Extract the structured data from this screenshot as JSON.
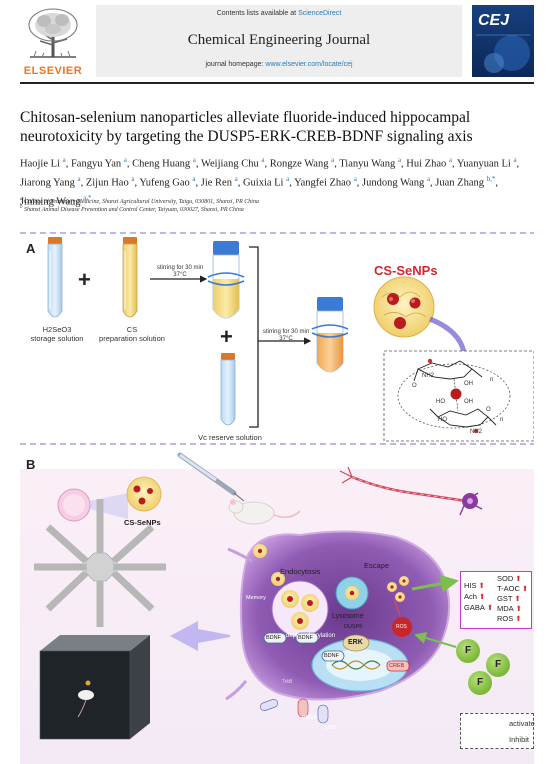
{
  "journal_header": {
    "contents_prefix": "Contents lists available at",
    "contents_link": "ScienceDirect",
    "journal_title": "Chemical Engineering Journal",
    "homepage_prefix": "journal homepage:",
    "homepage_link": "www.elsevier.com/locate/cej",
    "publisher": "ELSEVIER",
    "cover_abbrev": "CEJ"
  },
  "article": {
    "title": "Chitosan-selenium nanoparticles alleviate fluoride-induced hippocampal neurotoxicity by targeting the DUSP5-ERK-CREB-BDNF signaling axis",
    "authors": [
      {
        "name": "Haojie Li",
        "aff": "a"
      },
      {
        "name": "Fangyu Yan",
        "aff": "a"
      },
      {
        "name": "Cheng Huang",
        "aff": "a"
      },
      {
        "name": "Weijiang Chu",
        "aff": "a"
      },
      {
        "name": "Rongze Wang",
        "aff": "a"
      },
      {
        "name": "Tianyu Wang",
        "aff": "a"
      },
      {
        "name": "Hui Zhao",
        "aff": "a"
      },
      {
        "name": "Yuanyuan Li",
        "aff": "a"
      },
      {
        "name": "Jiarong Yang",
        "aff": "a"
      },
      {
        "name": "Zijun Hao",
        "aff": "a"
      },
      {
        "name": "Yufeng Gao",
        "aff": "a"
      },
      {
        "name": "Jie Ren",
        "aff": "a"
      },
      {
        "name": "Guixia Li",
        "aff": "a"
      },
      {
        "name": "Yangfei Zhao",
        "aff": "a"
      },
      {
        "name": "Jundong Wang",
        "aff": "a"
      },
      {
        "name": "Juan Zhang",
        "aff": "b,*"
      },
      {
        "name": "Jinming Wang",
        "aff": "a,*"
      }
    ],
    "affiliations": [
      {
        "key": "a",
        "text": "College of Veterinary Medicine, Shanxi Agricultural University, Taigu, 030801, Shanxi, PR China"
      },
      {
        "key": "b",
        "text": "Shanxi Animal Disease Prevention and Control Center, Taiyuan, 030027, Shanxi, PR China"
      }
    ]
  },
  "figure": {
    "panel_a": {
      "label": "A",
      "h2seo3_label_line1": "H2SeO3",
      "h2seo3_label_line2": "storage solution",
      "cs_label_line1": "CS",
      "cs_label_line2": "preparation solution",
      "stir1_line1": "stirring for 30 min",
      "stir1_line2": "37°C",
      "stir2_line1": "stirring for 30 min",
      "stir2_line2": "37°C",
      "vc_label": "Vc reserve solution",
      "product_title": "CS-SeNPs",
      "chem_labels": [
        "NH2",
        "O",
        "OH",
        "HO",
        "n",
        "O",
        "HO",
        "OH",
        "NH2",
        "n"
      ]
    },
    "panel_b": {
      "label": "B",
      "np_label": "CS-SeNPs",
      "endocytosis": "Endocytosis",
      "escape": "Escape",
      "lysosome": "Lysosome",
      "dusp5": "DUSP5",
      "dephosphorylation": "dephosphorylation",
      "erk": "ERK",
      "ros_small": "ROS",
      "bdnf": [
        "BDNF",
        "BDNF",
        "BDNF"
      ],
      "creb": "CREB",
      "trkb": "TrkB",
      "psd95": "PSD95",
      "syn1": "SYN1",
      "memory_label": "Memory",
      "markers_left": [
        "HIS",
        "Ach",
        "GABA"
      ],
      "markers_right": [
        "SOD",
        "T-AOC",
        "GST",
        "MDA",
        "ROS"
      ],
      "fluoride": "F",
      "legend_activate": "activate",
      "legend_inhibit": "Inhibit"
    }
  }
}
